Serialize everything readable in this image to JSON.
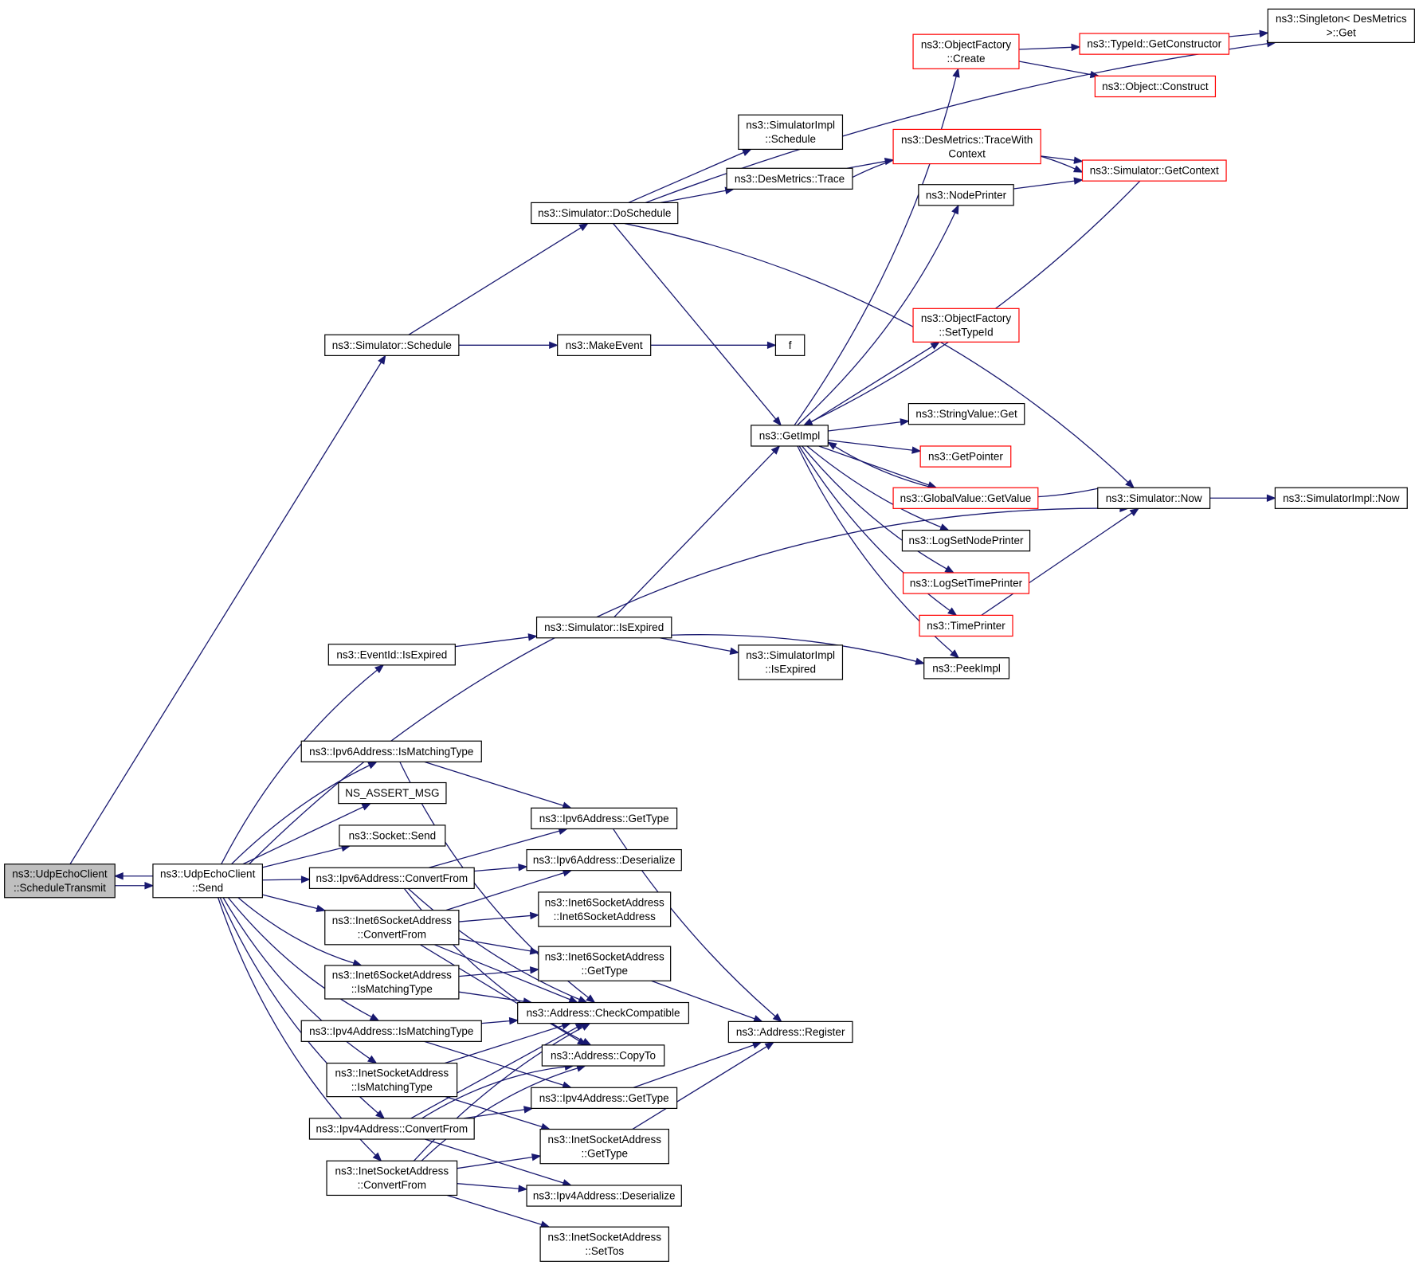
{
  "graph": {
    "nodes": [
      {
        "id": "udp_schedule",
        "lines": [
          "ns3::UdpEchoClient",
          "::ScheduleTransmit"
        ],
        "style": "current"
      },
      {
        "id": "udp_send",
        "lines": [
          "ns3::UdpEchoClient",
          "::Send"
        ],
        "style": "normal"
      },
      {
        "id": "sim_schedule",
        "lines": [
          "ns3::Simulator::Schedule"
        ],
        "style": "normal"
      },
      {
        "id": "sim_doschedule",
        "lines": [
          "ns3::Simulator::DoSchedule"
        ],
        "style": "normal"
      },
      {
        "id": "makeevent",
        "lines": [
          "ns3::MakeEvent"
        ],
        "style": "normal"
      },
      {
        "id": "f",
        "lines": [
          "f"
        ],
        "style": "normal"
      },
      {
        "id": "singleton_get",
        "lines": [
          "ns3::Singleton< DesMetrics",
          ">::Get"
        ],
        "style": "normal"
      },
      {
        "id": "simimpl_schedule",
        "lines": [
          "ns3::SimulatorImpl",
          "::Schedule"
        ],
        "style": "normal"
      },
      {
        "id": "desmetrics_trace",
        "lines": [
          "ns3::DesMetrics::Trace"
        ],
        "style": "normal"
      },
      {
        "id": "objfactory_create",
        "lines": [
          "ns3::ObjectFactory",
          "::Create"
        ],
        "style": "red"
      },
      {
        "id": "typeid_getctor",
        "lines": [
          "ns3::TypeId::GetConstructor"
        ],
        "style": "red"
      },
      {
        "id": "object_construct",
        "lines": [
          "ns3::Object::Construct"
        ],
        "style": "red"
      },
      {
        "id": "desmetrics_tracewith",
        "lines": [
          "ns3::DesMetrics::TraceWith",
          "Context"
        ],
        "style": "red"
      },
      {
        "id": "sim_getcontext",
        "lines": [
          "ns3::Simulator::GetContext"
        ],
        "style": "red"
      },
      {
        "id": "nodeprinter",
        "lines": [
          "ns3::NodePrinter"
        ],
        "style": "normal"
      },
      {
        "id": "objfactory_settypeid",
        "lines": [
          "ns3::ObjectFactory",
          "::SetTypeId"
        ],
        "style": "red"
      },
      {
        "id": "getimpl",
        "lines": [
          "ns3::GetImpl"
        ],
        "style": "normal"
      },
      {
        "id": "stringvalue_get",
        "lines": [
          "ns3::StringValue::Get"
        ],
        "style": "normal"
      },
      {
        "id": "getpointer",
        "lines": [
          "ns3::GetPointer"
        ],
        "style": "red"
      },
      {
        "id": "globalvalue_getvalue",
        "lines": [
          "ns3::GlobalValue::GetValue"
        ],
        "style": "red"
      },
      {
        "id": "logsetnodeprinter",
        "lines": [
          "ns3::LogSetNodePrinter"
        ],
        "style": "normal"
      },
      {
        "id": "logsettimeprinter",
        "lines": [
          "ns3::LogSetTimePrinter"
        ],
        "style": "red"
      },
      {
        "id": "timeprinter",
        "lines": [
          "ns3::TimePrinter"
        ],
        "style": "red"
      },
      {
        "id": "peekimpl",
        "lines": [
          "ns3::PeekImpl"
        ],
        "style": "normal"
      },
      {
        "id": "sim_now",
        "lines": [
          "ns3::Simulator::Now"
        ],
        "style": "normal"
      },
      {
        "id": "simimpl_now",
        "lines": [
          "ns3::SimulatorImpl::Now"
        ],
        "style": "normal"
      },
      {
        "id": "eventid_isexpired",
        "lines": [
          "ns3::EventId::IsExpired"
        ],
        "style": "normal"
      },
      {
        "id": "sim_isexpired",
        "lines": [
          "ns3::Simulator::IsExpired"
        ],
        "style": "normal"
      },
      {
        "id": "simimpl_isexpired",
        "lines": [
          "ns3::SimulatorImpl",
          "::IsExpired"
        ],
        "style": "normal"
      },
      {
        "id": "ipv6_ismatching",
        "lines": [
          "ns3::Ipv6Address::IsMatchingType"
        ],
        "style": "normal"
      },
      {
        "id": "ns_assert_msg",
        "lines": [
          "NS_ASSERT_MSG"
        ],
        "style": "normal"
      },
      {
        "id": "socket_send",
        "lines": [
          "ns3::Socket::Send"
        ],
        "style": "normal"
      },
      {
        "id": "ipv6_convertfrom",
        "lines": [
          "ns3::Ipv6Address::ConvertFrom"
        ],
        "style": "normal"
      },
      {
        "id": "inet6_convertfrom",
        "lines": [
          "ns3::Inet6SocketAddress",
          "::ConvertFrom"
        ],
        "style": "normal"
      },
      {
        "id": "inet6_ismatching",
        "lines": [
          "ns3::Inet6SocketAddress",
          "::IsMatchingType"
        ],
        "style": "normal"
      },
      {
        "id": "ipv4_ismatching",
        "lines": [
          "ns3::Ipv4Address::IsMatchingType"
        ],
        "style": "normal"
      },
      {
        "id": "inet_ismatching",
        "lines": [
          "ns3::InetSocketAddress",
          "::IsMatchingType"
        ],
        "style": "normal"
      },
      {
        "id": "ipv4_convertfrom",
        "lines": [
          "ns3::Ipv4Address::ConvertFrom"
        ],
        "style": "normal"
      },
      {
        "id": "inet_convertfrom",
        "lines": [
          "ns3::InetSocketAddress",
          "::ConvertFrom"
        ],
        "style": "normal"
      },
      {
        "id": "ipv6_gettype",
        "lines": [
          "ns3::Ipv6Address::GetType"
        ],
        "style": "normal"
      },
      {
        "id": "ipv6_deserialize",
        "lines": [
          "ns3::Ipv6Address::Deserialize"
        ],
        "style": "normal"
      },
      {
        "id": "inet6_ctor",
        "lines": [
          "ns3::Inet6SocketAddress",
          "::Inet6SocketAddress"
        ],
        "style": "normal"
      },
      {
        "id": "inet6_gettype",
        "lines": [
          "ns3::Inet6SocketAddress",
          "::GetType"
        ],
        "style": "normal"
      },
      {
        "id": "addr_checkcompat",
        "lines": [
          "ns3::Address::CheckCompatible"
        ],
        "style": "normal"
      },
      {
        "id": "addr_copyto",
        "lines": [
          "ns3::Address::CopyTo"
        ],
        "style": "normal"
      },
      {
        "id": "ipv4_gettype",
        "lines": [
          "ns3::Ipv4Address::GetType"
        ],
        "style": "normal"
      },
      {
        "id": "inet_gettype",
        "lines": [
          "ns3::InetSocketAddress",
          "::GetType"
        ],
        "style": "normal"
      },
      {
        "id": "ipv4_deserialize",
        "lines": [
          "ns3::Ipv4Address::Deserialize"
        ],
        "style": "normal"
      },
      {
        "id": "inet_settos",
        "lines": [
          "ns3::InetSocketAddress",
          "::SetTos"
        ],
        "style": "normal"
      },
      {
        "id": "addr_register",
        "lines": [
          "ns3::Address::Register"
        ],
        "style": "normal"
      }
    ],
    "edges": [
      [
        "udp_schedule",
        "udp_send"
      ],
      [
        "udp_send",
        "udp_schedule"
      ],
      [
        "udp_schedule",
        "sim_schedule"
      ],
      [
        "sim_schedule",
        "sim_doschedule"
      ],
      [
        "sim_schedule",
        "makeevent"
      ],
      [
        "makeevent",
        "f"
      ],
      [
        "sim_doschedule",
        "singleton_get"
      ],
      [
        "sim_doschedule",
        "simimpl_schedule"
      ],
      [
        "sim_doschedule",
        "desmetrics_trace"
      ],
      [
        "sim_doschedule",
        "getimpl"
      ],
      [
        "sim_doschedule",
        "sim_now"
      ],
      [
        "desmetrics_trace",
        "desmetrics_tracewith"
      ],
      [
        "desmetrics_trace",
        "sim_getcontext"
      ],
      [
        "desmetrics_tracewith",
        "sim_getcontext"
      ],
      [
        "objfactory_create",
        "typeid_getctor"
      ],
      [
        "objfactory_create",
        "object_construct"
      ],
      [
        "typeid_getctor",
        "singleton_get"
      ],
      [
        "nodeprinter",
        "sim_getcontext"
      ],
      [
        "sim_getcontext",
        "getimpl"
      ],
      [
        "getimpl",
        "objfactory_create"
      ],
      [
        "getimpl",
        "nodeprinter"
      ],
      [
        "getimpl",
        "objfactory_settypeid"
      ],
      [
        "getimpl",
        "stringvalue_get"
      ],
      [
        "getimpl",
        "getpointer"
      ],
      [
        "getimpl",
        "globalvalue_getvalue"
      ],
      [
        "getimpl",
        "logsetnodeprinter"
      ],
      [
        "getimpl",
        "logsettimeprinter"
      ],
      [
        "getimpl",
        "timeprinter"
      ],
      [
        "getimpl",
        "peekimpl"
      ],
      [
        "sim_now",
        "getimpl"
      ],
      [
        "sim_now",
        "simimpl_now"
      ],
      [
        "timeprinter",
        "sim_now"
      ],
      [
        "udp_send",
        "eventid_isexpired"
      ],
      [
        "eventid_isexpired",
        "sim_isexpired"
      ],
      [
        "sim_isexpired",
        "getimpl"
      ],
      [
        "sim_isexpired",
        "simimpl_isexpired"
      ],
      [
        "sim_isexpired",
        "peekimpl"
      ],
      [
        "udp_send",
        "sim_now"
      ],
      [
        "udp_send",
        "ipv6_ismatching"
      ],
      [
        "udp_send",
        "ns_assert_msg"
      ],
      [
        "udp_send",
        "socket_send"
      ],
      [
        "udp_send",
        "ipv6_convertfrom"
      ],
      [
        "udp_send",
        "inet6_convertfrom"
      ],
      [
        "udp_send",
        "inet6_ismatching"
      ],
      [
        "udp_send",
        "ipv4_ismatching"
      ],
      [
        "udp_send",
        "inet_ismatching"
      ],
      [
        "udp_send",
        "ipv4_convertfrom"
      ],
      [
        "udp_send",
        "inet_convertfrom"
      ],
      [
        "ipv6_ismatching",
        "ipv6_gettype"
      ],
      [
        "ipv6_ismatching",
        "addr_checkcompat"
      ],
      [
        "ipv6_convertfrom",
        "ipv6_gettype"
      ],
      [
        "ipv6_convertfrom",
        "ipv6_deserialize"
      ],
      [
        "ipv6_convertfrom",
        "addr_checkcompat"
      ],
      [
        "ipv6_convertfrom",
        "addr_copyto"
      ],
      [
        "inet6_convertfrom",
        "ipv6_deserialize"
      ],
      [
        "inet6_convertfrom",
        "inet6_ctor"
      ],
      [
        "inet6_convertfrom",
        "inet6_gettype"
      ],
      [
        "inet6_convertfrom",
        "addr_checkcompat"
      ],
      [
        "inet6_convertfrom",
        "addr_copyto"
      ],
      [
        "inet6_ismatching",
        "inet6_gettype"
      ],
      [
        "inet6_ismatching",
        "addr_checkcompat"
      ],
      [
        "ipv4_ismatching",
        "addr_checkcompat"
      ],
      [
        "ipv4_ismatching",
        "ipv4_gettype"
      ],
      [
        "inet_ismatching",
        "addr_checkcompat"
      ],
      [
        "inet_ismatching",
        "inet_gettype"
      ],
      [
        "ipv4_convertfrom",
        "addr_checkcompat"
      ],
      [
        "ipv4_convertfrom",
        "addr_copyto"
      ],
      [
        "ipv4_convertfrom",
        "ipv4_gettype"
      ],
      [
        "ipv4_convertfrom",
        "ipv4_deserialize"
      ],
      [
        "inet_convertfrom",
        "addr_checkcompat"
      ],
      [
        "inet_convertfrom",
        "addr_copyto"
      ],
      [
        "inet_convertfrom",
        "inet_gettype"
      ],
      [
        "inet_convertfrom",
        "ipv4_deserialize"
      ],
      [
        "inet_convertfrom",
        "inet_settos"
      ],
      [
        "ipv6_gettype",
        "addr_register"
      ],
      [
        "inet6_gettype",
        "addr_register"
      ],
      [
        "ipv4_gettype",
        "addr_register"
      ],
      [
        "inet_gettype",
        "addr_register"
      ]
    ]
  }
}
